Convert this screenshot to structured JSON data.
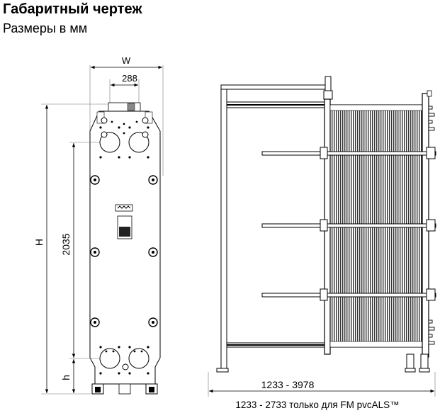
{
  "header": {
    "title": "Габаритный чертеж",
    "subtitle": "Размеры в мм"
  },
  "front_view": {
    "dim_width": "W",
    "dim_connection_spacing": "288",
    "dim_height": "H",
    "dim_port_distance": "2035",
    "dim_lower_height": "h"
  },
  "side_view": {
    "dim_length": "1233 - 3978",
    "dim_length_note": "1233 - 2733 только для FM pvcALS™"
  }
}
